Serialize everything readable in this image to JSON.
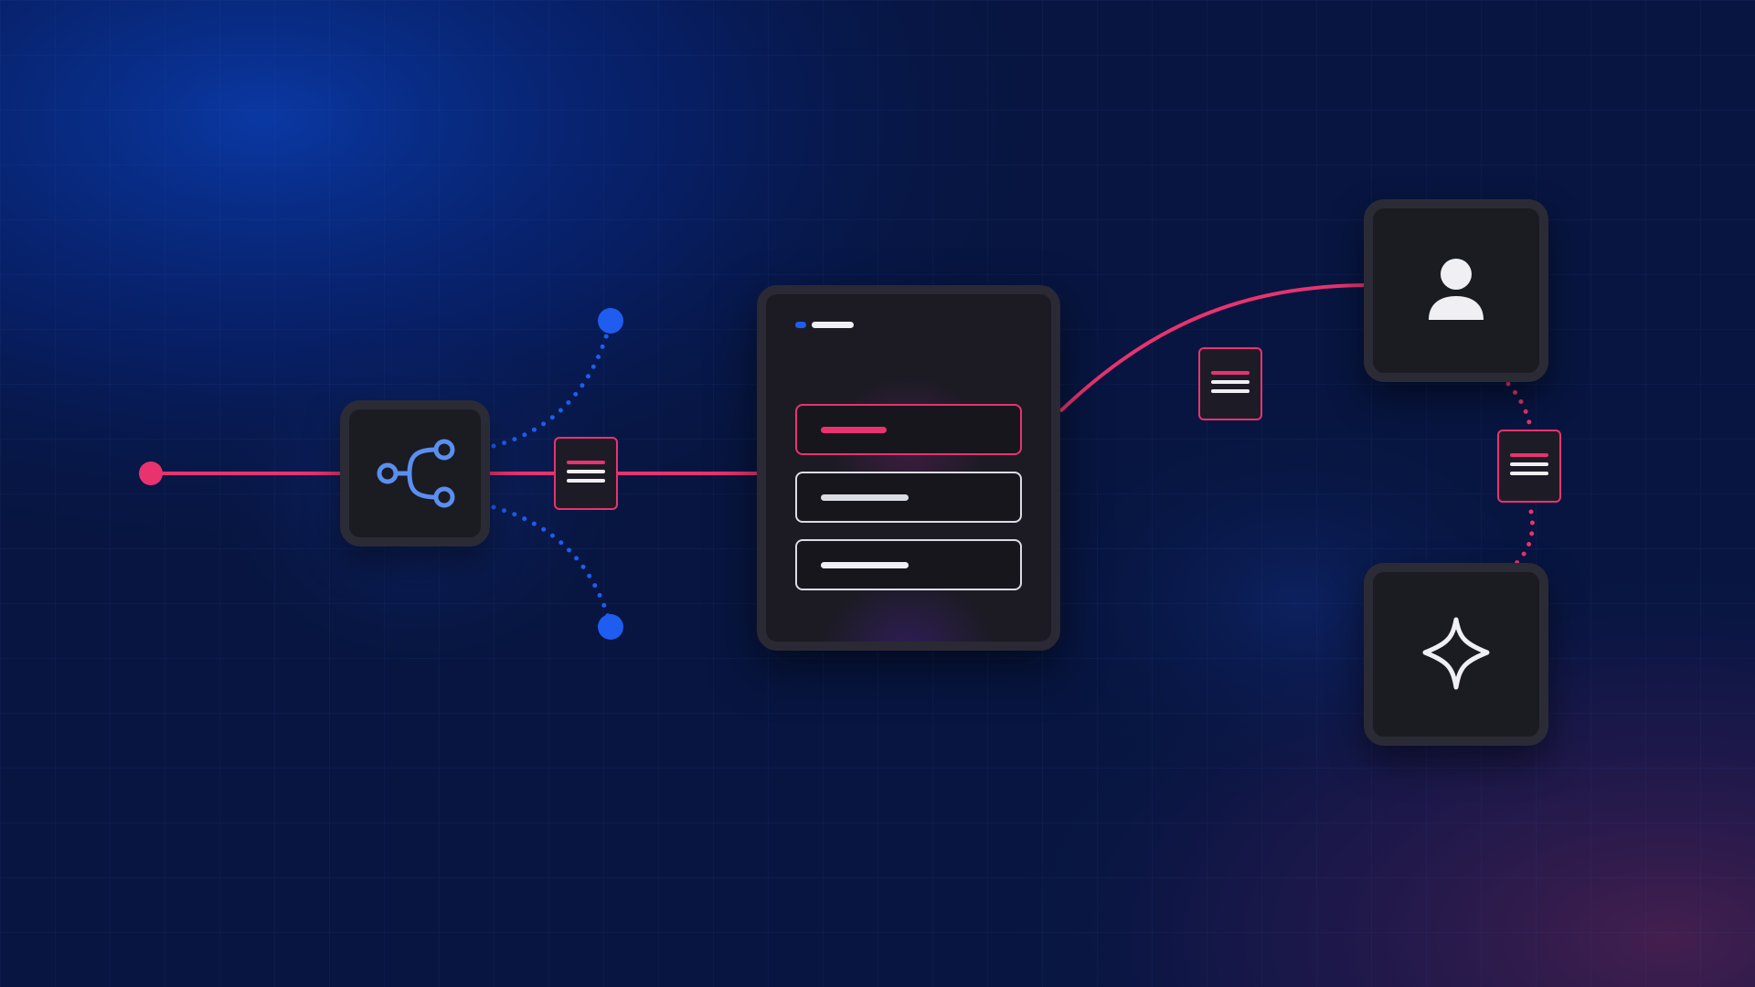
{
  "colors": {
    "accent_pink": "#e8336f",
    "accent_blue": "#1f5cf0",
    "icon_blue": "#5a8ff0",
    "node_fill": "#1b1b22",
    "panel_text": "#f0f0f4"
  },
  "icons": {
    "branch": "branch-share-icon",
    "person": "person-icon",
    "sparkle": "sparkle-star-icon",
    "document": "document-lines-icon"
  },
  "form_panel": {
    "fields": [
      {
        "state": "active",
        "border": "#e8336f",
        "bar": "#e8336f"
      },
      {
        "state": "default",
        "border": "#dcdce4",
        "bar": "#dcdce4"
      },
      {
        "state": "default",
        "border": "#dcdce4",
        "bar": "#f0f0f4"
      }
    ]
  }
}
